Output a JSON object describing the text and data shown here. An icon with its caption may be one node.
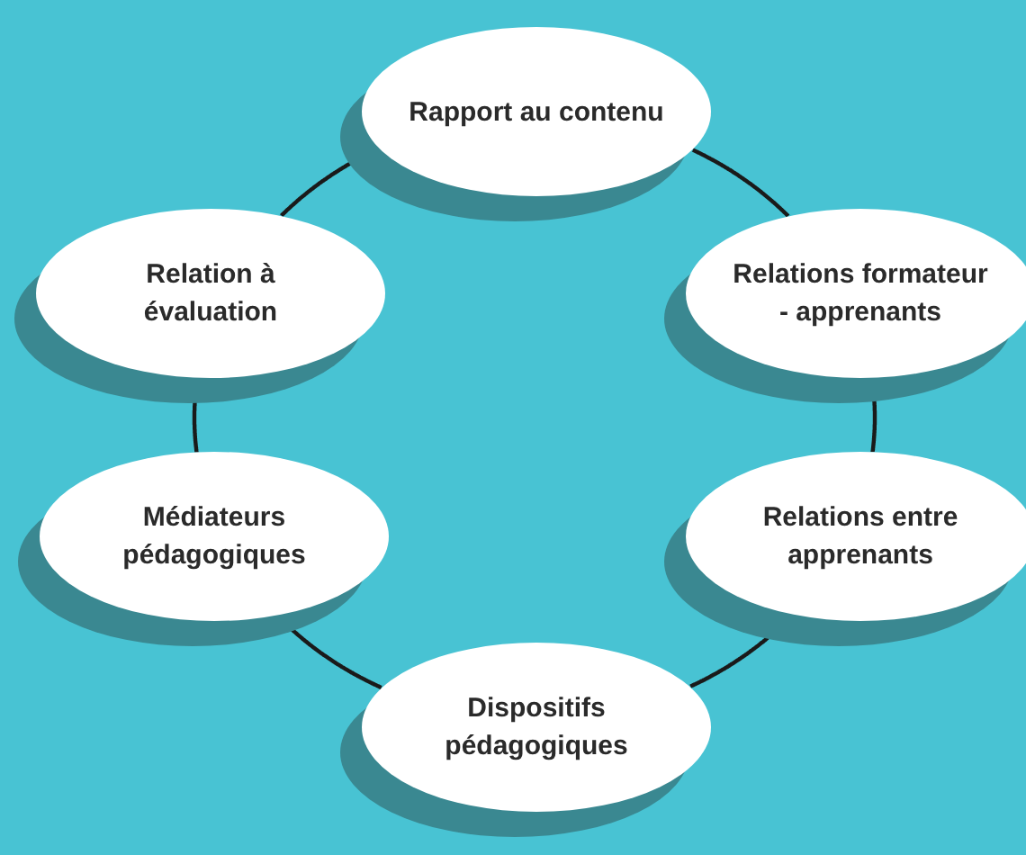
{
  "diagram": {
    "nodes": [
      {
        "text": [
          "Rapport au contenu"
        ]
      },
      {
        "text": [
          "Relation à évaluation"
        ]
      },
      {
        "text": [
          "Relations formateur - apprenants"
        ]
      },
      {
        "text": [
          "Médiateurs pédagogiques"
        ]
      },
      {
        "text": [
          "Relations entre apprenants"
        ]
      },
      {
        "text": [
          "Dispositifs pédagogiques"
        ]
      }
    ],
    "edges": [
      {
        "from": 0,
        "to": 2,
        "arrow": "none"
      },
      {
        "from": 2,
        "to": 4,
        "arrow": "none"
      },
      {
        "from": 4,
        "to": 5,
        "arrow": "none"
      },
      {
        "from": 5,
        "to": 3,
        "arrow": "none"
      },
      {
        "from": 3,
        "to": 1,
        "arrow": "none"
      },
      {
        "from": 1,
        "to": 0,
        "arrow": "none"
      }
    ]
  }
}
